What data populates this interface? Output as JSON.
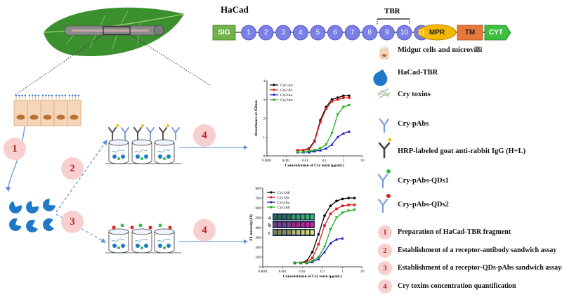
{
  "domain_title": "HaCad",
  "tbr_label": "TBR",
  "domains": {
    "sig": "SIG",
    "repeats": [
      "1",
      "2",
      "3",
      "4",
      "5",
      "6",
      "7",
      "8",
      "9",
      "10",
      "11"
    ],
    "mpr": "MPR",
    "tm": "TM",
    "cyt": "CYT"
  },
  "legend": [
    {
      "icon": "midgut-cells-icon",
      "text": "Midgut cells and microvilli"
    },
    {
      "icon": "hacad-tbr-icon",
      "text": "HaCad-TBR"
    },
    {
      "icon": "cry-toxins-icon",
      "text": "Cry toxins"
    },
    {
      "icon": "cry-pabs-icon",
      "text": "Cry-pAbs"
    },
    {
      "icon": "hrp-antibody-icon",
      "text": "HRP-labeled goat anti-rabbit IgG (H+L)"
    },
    {
      "icon": "qds1-icon",
      "text": "Cry-pAbs-QDs1"
    },
    {
      "icon": "qds2-icon",
      "text": "Cry-pAbs-QDs2"
    }
  ],
  "steps": [
    {
      "num": "1",
      "text": "Preparation of HaCad-TBR fragment"
    },
    {
      "num": "2",
      "text": "Establishment of a receptor-antibody sandwich assay"
    },
    {
      "num": "3",
      "text": "Establishment of a receptor-QDs-pAbs sandwich assays"
    },
    {
      "num": "4",
      "text": "Cry toxins  concentration quantification"
    }
  ],
  "flow_numbers": {
    "one": "1",
    "two": "2",
    "three": "3",
    "four_a": "4",
    "four_b": "4"
  },
  "colors": {
    "sig": "#6fb34a",
    "repeat": "#7b7fe8",
    "mpr": "#f5b800",
    "tm": "#e8783a",
    "cyt": "#3fbf3f",
    "step_circle": "#f8cfcf",
    "step_number": "#b52a2a",
    "hacad": "#1f78c8"
  },
  "chart_data": [
    {
      "type": "line",
      "ylabel": "Absorbance at 450nm",
      "xlabel": "Concentration of Cry toxin (μg/mL)",
      "xscale": "log",
      "xlim": [
        0.0001,
        10
      ],
      "ylim": [
        0,
        4
      ],
      "yticks": [
        "0",
        "1",
        "2",
        "3",
        "4"
      ],
      "xticks": [
        "0.0001",
        "0.001",
        "0.01",
        "0.1",
        "1",
        "10"
      ],
      "legend_position": "top-left",
      "series": [
        {
          "name": "Cry1Ab",
          "color": "#000000",
          "marker": "circle",
          "x": [
            0.004,
            0.008,
            0.016,
            0.031,
            0.0625,
            0.125,
            0.25,
            0.5,
            1,
            2
          ],
          "y": [
            0.3,
            0.3,
            0.4,
            0.8,
            1.9,
            2.6,
            3.0,
            3.1,
            3.2,
            3.2
          ]
        },
        {
          "name": "Cry1Ac",
          "color": "#e02020",
          "marker": "square",
          "x": [
            0.004,
            0.008,
            0.016,
            0.031,
            0.0625,
            0.125,
            0.25,
            0.5,
            1,
            2
          ],
          "y": [
            0.3,
            0.3,
            0.35,
            0.75,
            1.8,
            2.5,
            2.9,
            3.0,
            3.1,
            3.1
          ]
        },
        {
          "name": "Cry2Aa",
          "color": "#2020c8",
          "marker": "triangle",
          "x": [
            0.004,
            0.008,
            0.016,
            0.031,
            0.0625,
            0.125,
            0.25,
            0.5,
            1,
            2
          ],
          "y": [
            0.2,
            0.2,
            0.2,
            0.25,
            0.3,
            0.4,
            0.6,
            1.0,
            1.2,
            1.3
          ]
        },
        {
          "name": "Cry2Ab",
          "color": "#20b020",
          "marker": "triangle-down",
          "x": [
            0.004,
            0.008,
            0.016,
            0.031,
            0.0625,
            0.125,
            0.25,
            0.5,
            1,
            2
          ],
          "y": [
            0.2,
            0.2,
            0.25,
            0.3,
            0.4,
            0.6,
            1.2,
            2.2,
            2.6,
            2.7
          ]
        }
      ]
    },
    {
      "type": "line",
      "ylabel": "FL intensity(FI)",
      "xlabel": "Concentration of Cry toxin (μg/mL)",
      "xscale": "log",
      "xlim": [
        0.0001,
        10
      ],
      "ylim": [
        0,
        800
      ],
      "yticks": [
        "0",
        "100",
        "200",
        "300",
        "400",
        "500",
        "600",
        "700",
        "800"
      ],
      "xticks": [
        "0.0001",
        "0.001",
        "0.01",
        "0.1",
        "1",
        "10"
      ],
      "legend_position": "top-left",
      "inset_labels": [
        "a",
        "b",
        "c"
      ],
      "series": [
        {
          "name": "Cry1Ab",
          "color": "#000000",
          "marker": "circle",
          "x": [
            0.004,
            0.008,
            0.016,
            0.031,
            0.0625,
            0.125,
            0.25,
            0.5,
            1,
            2,
            4
          ],
          "y": [
            40,
            40,
            60,
            150,
            330,
            520,
            620,
            670,
            690,
            700,
            700
          ]
        },
        {
          "name": "Cry1Ac",
          "color": "#e02020",
          "marker": "square",
          "x": [
            0.004,
            0.008,
            0.016,
            0.031,
            0.0625,
            0.125,
            0.25,
            0.5,
            1,
            2,
            4
          ],
          "y": [
            40,
            40,
            50,
            90,
            230,
            420,
            540,
            590,
            620,
            630,
            630
          ]
        },
        {
          "name": "Cry2Aa",
          "color": "#2020c8",
          "marker": "triangle",
          "x": [
            0.004,
            0.008,
            0.016,
            0.031,
            0.0625,
            0.125,
            0.25,
            0.5,
            1
          ],
          "y": [
            40,
            40,
            40,
            50,
            80,
            150,
            240,
            280,
            290
          ]
        },
        {
          "name": "Cry2Ab",
          "color": "#20b020",
          "marker": "triangle-down",
          "x": [
            0.004,
            0.008,
            0.016,
            0.031,
            0.0625,
            0.125,
            0.25,
            0.5,
            1,
            2,
            4
          ],
          "y": [
            40,
            40,
            40,
            60,
            100,
            200,
            380,
            500,
            550,
            570,
            580
          ]
        }
      ]
    }
  ]
}
